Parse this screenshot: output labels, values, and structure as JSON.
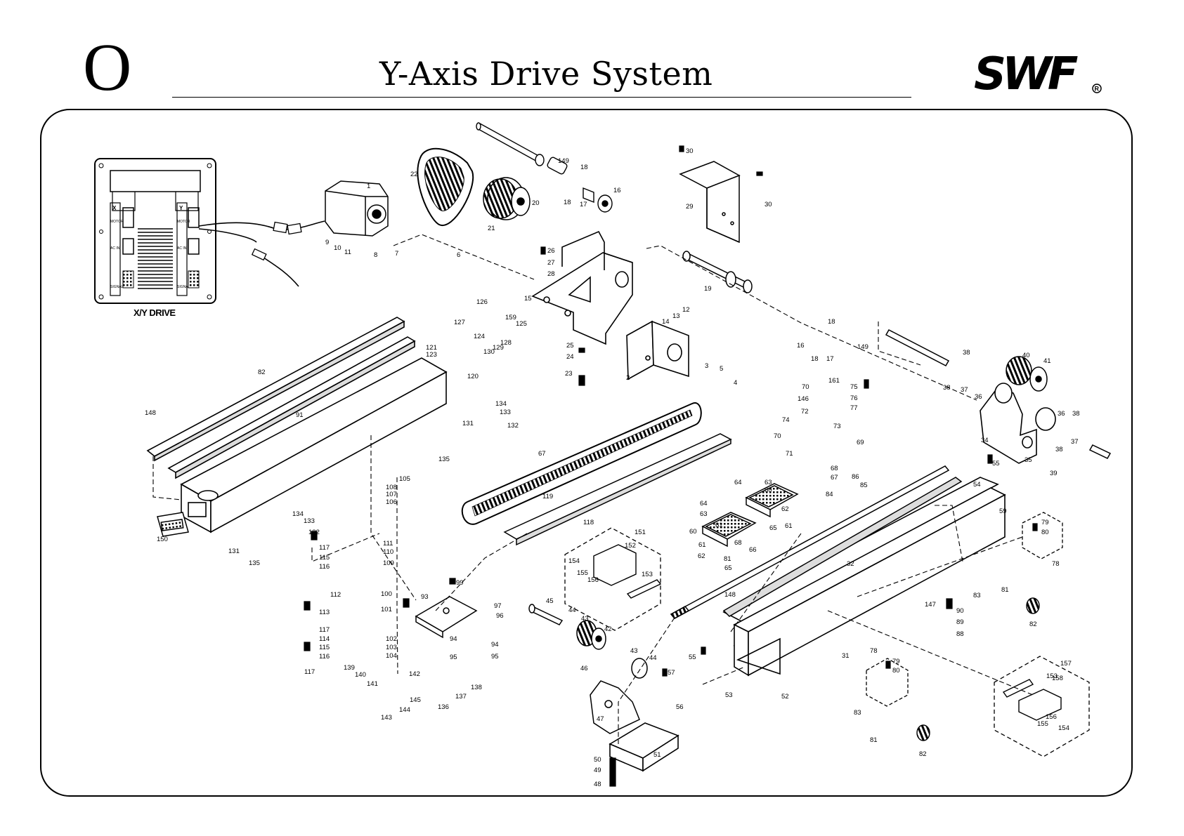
{
  "header": {
    "letter": "O",
    "title": "Y-Axis Drive System",
    "logo_text": "SWF"
  },
  "controller": {
    "label": "X/Y DRIVE",
    "col_x": "X",
    "col_y": "Y",
    "slot_labels": [
      "MOTOR",
      "AC IN",
      "SIGNAL"
    ]
  },
  "part_labels": [
    {
      "id": "l1",
      "text": "1"
    },
    {
      "id": "l22",
      "text": "22"
    },
    {
      "id": "l20",
      "text": "20"
    },
    {
      "id": "l21",
      "text": "21"
    },
    {
      "id": "l149a",
      "text": "149"
    },
    {
      "id": "l18a",
      "text": "18"
    },
    {
      "id": "l18b",
      "text": "18"
    },
    {
      "id": "l17a",
      "text": "17"
    },
    {
      "id": "l16a",
      "text": "16"
    },
    {
      "id": "l30a",
      "text": "30"
    },
    {
      "id": "l29",
      "text": "29"
    },
    {
      "id": "l30b",
      "text": "30"
    },
    {
      "id": "l9",
      "text": "9"
    },
    {
      "id": "l10",
      "text": "10"
    },
    {
      "id": "l11",
      "text": "11"
    },
    {
      "id": "l8",
      "text": "8"
    },
    {
      "id": "l7",
      "text": "7"
    },
    {
      "id": "l6",
      "text": "6"
    },
    {
      "id": "l26",
      "text": "26"
    },
    {
      "id": "l27",
      "text": "27"
    },
    {
      "id": "l28",
      "text": "28"
    },
    {
      "id": "l15",
      "text": "15"
    },
    {
      "id": "l19",
      "text": "19"
    },
    {
      "id": "l126",
      "text": "126"
    },
    {
      "id": "l127",
      "text": "127"
    },
    {
      "id": "l159",
      "text": "159"
    },
    {
      "id": "l125",
      "text": "125"
    },
    {
      "id": "l124",
      "text": "124"
    },
    {
      "id": "l128",
      "text": "128"
    },
    {
      "id": "l129",
      "text": "129"
    },
    {
      "id": "l130",
      "text": "130"
    },
    {
      "id": "l120",
      "text": "120"
    },
    {
      "id": "l121",
      "text": "121"
    },
    {
      "id": "l123",
      "text": "123"
    },
    {
      "id": "l12",
      "text": "12"
    },
    {
      "id": "l13",
      "text": "13"
    },
    {
      "id": "l14",
      "text": "14"
    },
    {
      "id": "l25",
      "text": "25"
    },
    {
      "id": "l24",
      "text": "24"
    },
    {
      "id": "l23",
      "text": "23"
    },
    {
      "id": "l2",
      "text": "2"
    },
    {
      "id": "l3",
      "text": "3"
    },
    {
      "id": "l5",
      "text": "5"
    },
    {
      "id": "l4",
      "text": "4"
    },
    {
      "id": "l16b",
      "text": "16"
    },
    {
      "id": "l18c",
      "text": "18"
    },
    {
      "id": "l18d",
      "text": "18"
    },
    {
      "id": "l17b",
      "text": "17"
    },
    {
      "id": "l149b",
      "text": "149"
    },
    {
      "id": "l82",
      "text": "82"
    },
    {
      "id": "l91",
      "text": "91"
    },
    {
      "id": "l148a",
      "text": "148"
    },
    {
      "id": "l150",
      "text": "150"
    },
    {
      "id": "l131a",
      "text": "131"
    },
    {
      "id": "l135a",
      "text": "135"
    },
    {
      "id": "l134a",
      "text": "134"
    },
    {
      "id": "l133a",
      "text": "133"
    },
    {
      "id": "l132a",
      "text": "132"
    },
    {
      "id": "l134b",
      "text": "134"
    },
    {
      "id": "l133b",
      "text": "133"
    },
    {
      "id": "l132b",
      "text": "132"
    },
    {
      "id": "l131b",
      "text": "131"
    },
    {
      "id": "l135b",
      "text": "135"
    },
    {
      "id": "l105",
      "text": "105"
    },
    {
      "id": "l108",
      "text": "108"
    },
    {
      "id": "l107",
      "text": "107"
    },
    {
      "id": "l106",
      "text": "106"
    },
    {
      "id": "l111",
      "text": "111"
    },
    {
      "id": "l110",
      "text": "110"
    },
    {
      "id": "l109",
      "text": "109"
    },
    {
      "id": "l67",
      "text": "67"
    },
    {
      "id": "l119",
      "text": "119"
    },
    {
      "id": "l118",
      "text": "118"
    },
    {
      "id": "l117a",
      "text": "117"
    },
    {
      "id": "l115a",
      "text": "115"
    },
    {
      "id": "l116a",
      "text": "116"
    },
    {
      "id": "l112",
      "text": "112"
    },
    {
      "id": "l113",
      "text": "113"
    },
    {
      "id": "l117b",
      "text": "117"
    },
    {
      "id": "l114",
      "text": "114"
    },
    {
      "id": "l115b",
      "text": "115"
    },
    {
      "id": "l116b",
      "text": "116"
    },
    {
      "id": "l117c",
      "text": "117"
    },
    {
      "id": "l100",
      "text": "100"
    },
    {
      "id": "l101",
      "text": "101"
    },
    {
      "id": "l93",
      "text": "93"
    },
    {
      "id": "l99",
      "text": "99"
    },
    {
      "id": "l97",
      "text": "97"
    },
    {
      "id": "l96",
      "text": "96"
    },
    {
      "id": "l102",
      "text": "102"
    },
    {
      "id": "l103",
      "text": "103"
    },
    {
      "id": "l104",
      "text": "104"
    },
    {
      "id": "l94a",
      "text": "94"
    },
    {
      "id": "l95a",
      "text": "95"
    },
    {
      "id": "l94b",
      "text": "94"
    },
    {
      "id": "l95b",
      "text": "95"
    },
    {
      "id": "l139",
      "text": "139"
    },
    {
      "id": "l140",
      "text": "140"
    },
    {
      "id": "l141",
      "text": "141"
    },
    {
      "id": "l142",
      "text": "142"
    },
    {
      "id": "l145",
      "text": "145"
    },
    {
      "id": "l144",
      "text": "144"
    },
    {
      "id": "l143",
      "text": "143"
    },
    {
      "id": "l136",
      "text": "136"
    },
    {
      "id": "l137",
      "text": "137"
    },
    {
      "id": "l138",
      "text": "138"
    },
    {
      "id": "l151",
      "text": "151"
    },
    {
      "id": "l152",
      "text": "152"
    },
    {
      "id": "l154a",
      "text": "154"
    },
    {
      "id": "l155a",
      "text": "155"
    },
    {
      "id": "l156a",
      "text": "156"
    },
    {
      "id": "l153a",
      "text": "153"
    },
    {
      "id": "l45",
      "text": "45"
    },
    {
      "id": "l44a",
      "text": "44"
    },
    {
      "id": "l43a",
      "text": "43"
    },
    {
      "id": "l42",
      "text": "42"
    },
    {
      "id": "l43b",
      "text": "43"
    },
    {
      "id": "l44b",
      "text": "44"
    },
    {
      "id": "l46",
      "text": "46"
    },
    {
      "id": "l47",
      "text": "47"
    },
    {
      "id": "l51",
      "text": "51"
    },
    {
      "id": "l50",
      "text": "50"
    },
    {
      "id": "l49",
      "text": "49"
    },
    {
      "id": "l48",
      "text": "48"
    },
    {
      "id": "l55a",
      "text": "55"
    },
    {
      "id": "l57",
      "text": "57"
    },
    {
      "id": "l56",
      "text": "56"
    },
    {
      "id": "l53",
      "text": "53"
    },
    {
      "id": "l52",
      "text": "52"
    },
    {
      "id": "l148b",
      "text": "148"
    },
    {
      "id": "l32",
      "text": "32"
    },
    {
      "id": "l31",
      "text": "31"
    },
    {
      "id": "l147",
      "text": "147"
    },
    {
      "id": "l90",
      "text": "90"
    },
    {
      "id": "l89",
      "text": "89"
    },
    {
      "id": "l88",
      "text": "88"
    },
    {
      "id": "l78a",
      "text": "78"
    },
    {
      "id": "l79a",
      "text": "79"
    },
    {
      "id": "l80a",
      "text": "80"
    },
    {
      "id": "l83a",
      "text": "83"
    },
    {
      "id": "l81a",
      "text": "81"
    },
    {
      "id": "l82b",
      "text": "82"
    },
    {
      "id": "l157",
      "text": "157"
    },
    {
      "id": "l153b",
      "text": "153"
    },
    {
      "id": "l158",
      "text": "158"
    },
    {
      "id": "l156b",
      "text": "156"
    },
    {
      "id": "l155b",
      "text": "155"
    },
    {
      "id": "l154b",
      "text": "154"
    },
    {
      "id": "l64a",
      "text": "64"
    },
    {
      "id": "l63a",
      "text": "63"
    },
    {
      "id": "l60a",
      "text": "60"
    },
    {
      "id": "l61a",
      "text": "61"
    },
    {
      "id": "l62a",
      "text": "62"
    },
    {
      "id": "l81b",
      "text": "81"
    },
    {
      "id": "l65a",
      "text": "65"
    },
    {
      "id": "l68",
      "text": "68"
    },
    {
      "id": "l64b",
      "text": "64"
    },
    {
      "id": "l63b",
      "text": "63"
    },
    {
      "id": "l60b",
      "text": "60"
    },
    {
      "id": "l61b",
      "text": "61"
    },
    {
      "id": "l65b",
      "text": "65"
    },
    {
      "id": "l61c",
      "text": "61"
    },
    {
      "id": "l62b",
      "text": "62"
    },
    {
      "id": "l66",
      "text": "66"
    },
    {
      "id": "l70a",
      "text": "70"
    },
    {
      "id": "l146",
      "text": "146"
    },
    {
      "id": "l72",
      "text": "72"
    },
    {
      "id": "l74",
      "text": "74"
    },
    {
      "id": "l70b",
      "text": "70"
    },
    {
      "id": "l71",
      "text": "71"
    },
    {
      "id": "l161",
      "text": "161"
    },
    {
      "id": "l75",
      "text": "75"
    },
    {
      "id": "l76",
      "text": "76"
    },
    {
      "id": "l77",
      "text": "77"
    },
    {
      "id": "l73",
      "text": "73"
    },
    {
      "id": "l69",
      "text": "69"
    },
    {
      "id": "l68b",
      "text": "68"
    },
    {
      "id": "l67b",
      "text": "67"
    },
    {
      "id": "l86",
      "text": "86"
    },
    {
      "id": "l85",
      "text": "85"
    },
    {
      "id": "l84",
      "text": "84"
    },
    {
      "id": "l38a",
      "text": "38"
    },
    {
      "id": "l38b",
      "text": "38"
    },
    {
      "id": "l37a",
      "text": "37"
    },
    {
      "id": "l36a",
      "text": "36"
    },
    {
      "id": "l40",
      "text": "40"
    },
    {
      "id": "l41",
      "text": "41"
    },
    {
      "id": "l34",
      "text": "34"
    },
    {
      "id": "l35",
      "text": "35"
    },
    {
      "id": "l36b",
      "text": "36"
    },
    {
      "id": "l38c",
      "text": "38"
    },
    {
      "id": "l38d",
      "text": "38"
    },
    {
      "id": "l37b",
      "text": "37"
    },
    {
      "id": "l39",
      "text": "39"
    },
    {
      "id": "l55b",
      "text": "55"
    },
    {
      "id": "l54",
      "text": "54"
    },
    {
      "id": "l59",
      "text": "59"
    },
    {
      "id": "l79b",
      "text": "79"
    },
    {
      "id": "l80b",
      "text": "80"
    },
    {
      "id": "l78b",
      "text": "78"
    },
    {
      "id": "l81c",
      "text": "81"
    },
    {
      "id": "l83b",
      "text": "83"
    },
    {
      "id": "l82c",
      "text": "82"
    }
  ]
}
